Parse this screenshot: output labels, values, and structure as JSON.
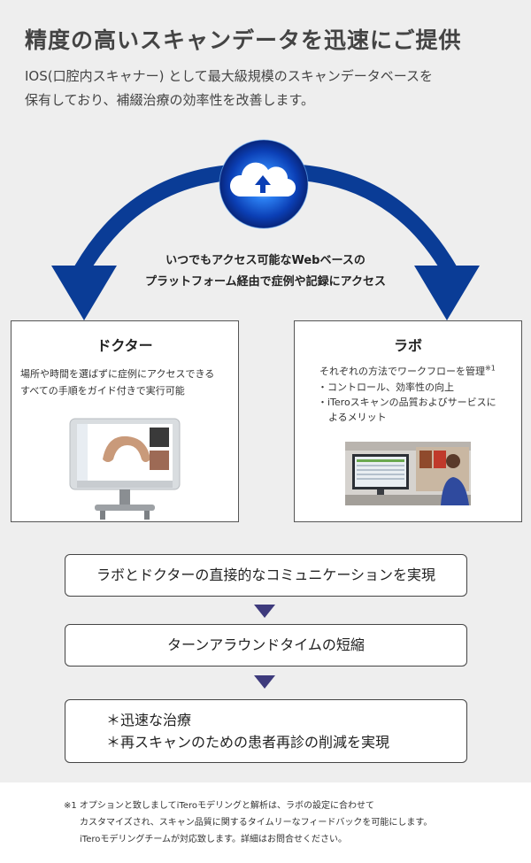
{
  "header": {
    "title": "精度の高いスキャンデータを迅速にご提供",
    "intro_line1": "IOS(口腔内スキャナー) として最大級規模のスキャンデータベースを",
    "intro_line2": "保有しており、補綴治療の効率性を改善します。"
  },
  "cycle": {
    "icon": "cloud-upload-icon",
    "caption_line1": "いつでもアクセス可能なWebベースの",
    "caption_line2": "プラットフォーム経由で症例や記録にアクセス",
    "arrow_color": "#0a3c96"
  },
  "doctor": {
    "heading": "ドクター",
    "desc_line1": "場所や時間を選ばずに症例にアクセスできる",
    "desc_line2": "すべての手順をガイド付きで実行可能"
  },
  "lab": {
    "heading": "ラボ",
    "lead": "それぞれの方法でワークフローを管理",
    "lead_note": "※1",
    "bullet1": "・コントロール、効率性の向上",
    "bullet2_line1": "・iTeroスキャンの品質およびサービスに",
    "bullet2_line2": "よるメリット"
  },
  "flow": {
    "step1": "ラボとドクターの直接的なコミュニケーションを実現",
    "step2": "ターンアラウンドタイムの短縮",
    "step3_line1": "＊迅速な治療",
    "step3_line2": "＊再スキャンのための患者再診の削減を実現",
    "connector_color": "#3d3a7c"
  },
  "footnote": {
    "line1": "※1 オプションと致しましてiTeroモデリングと解析は、ラボの設定に合わせて",
    "line2": "カスタマイズされ、スキャン品質に関するタイムリーなフィードバックを可能にします。",
    "line3": "iTeroモデリングチームが対応致します。詳細はお問合せください。"
  }
}
